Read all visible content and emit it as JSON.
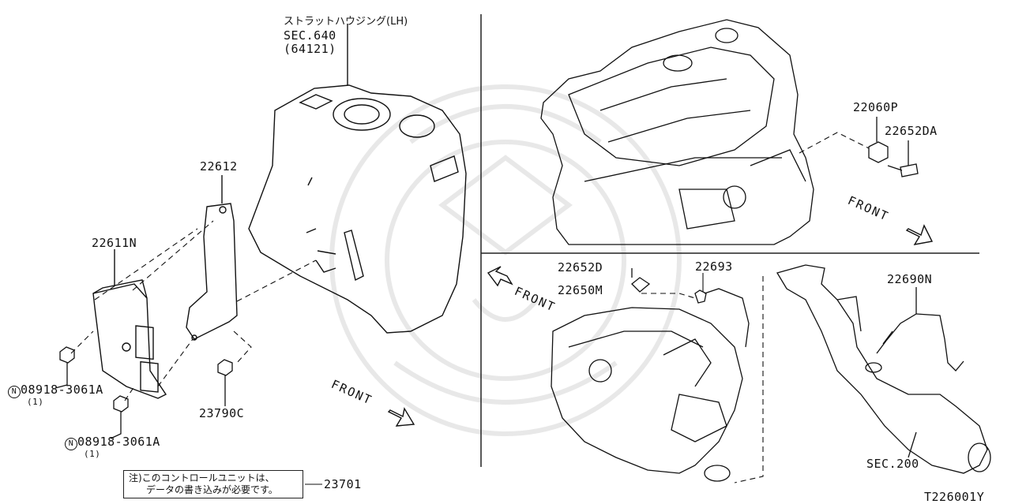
{
  "strut_housing": {
    "name_jp": "ストラットハウジング(LH)",
    "section": "SEC.640",
    "code": "(64121)"
  },
  "labels": {
    "p22612": "22612",
    "p22611N": "22611N",
    "nut1": "08918-3061A",
    "nut1_qty": "(1)",
    "nut2": "08918-3061A",
    "nut2_qty": "(1)",
    "nut_symbol": "N",
    "p23790C": "23790C",
    "p23701": "23701",
    "p22060P": "22060P",
    "p22652DA": "22652DA",
    "p22652D": "22652D",
    "p22650M": "22650M",
    "p22693": "22693",
    "p22690N": "22690N",
    "sec200": "SEC.200",
    "diagram_id": "T226001Y"
  },
  "front_labels": {
    "left": "FRONT",
    "top_right": "FRONT",
    "bottom_mid": "FRONT"
  },
  "note": {
    "line1": "注)このコントロールユニットは、",
    "line2": "データの書き込みが必要です。"
  },
  "colors": {
    "ink": "#111111",
    "watermark": "#e6e6e6",
    "background": "#ffffff"
  }
}
